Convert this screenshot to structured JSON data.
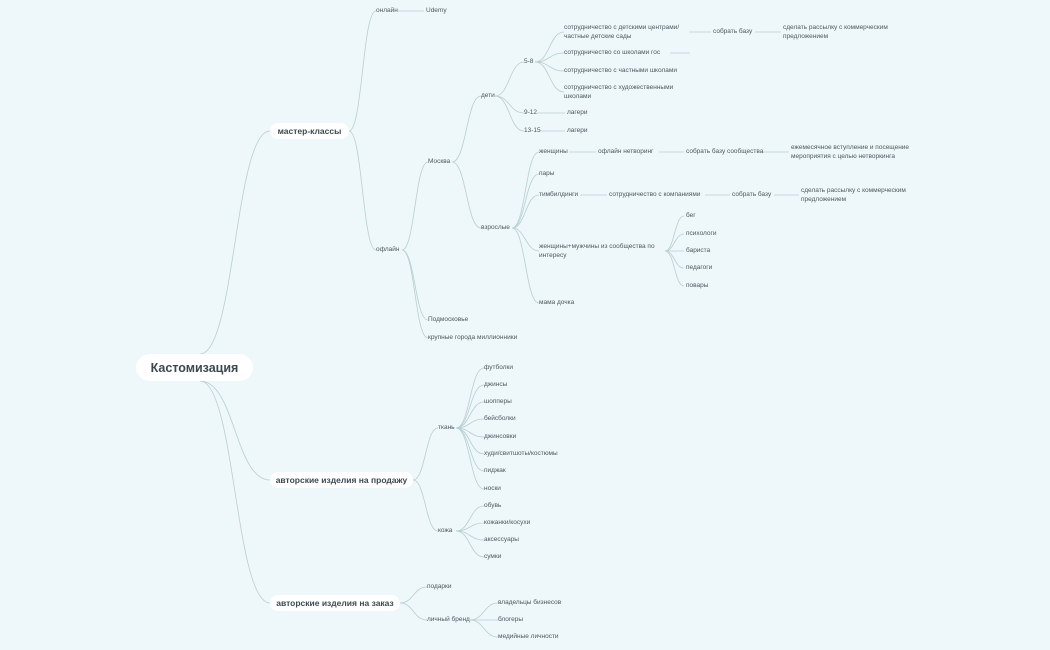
{
  "root": "Кастомизация",
  "branches": {
    "masterclasses": {
      "label": "мастер-классы",
      "online": {
        "label": "онлайн",
        "udemy": "Udemy"
      },
      "offline": {
        "label": "офлайн",
        "moscow": {
          "label": "Москва",
          "kids": {
            "label": "дети",
            "age_5_8": {
              "label": "5-8",
              "item1": "сотрудничество с детскими центрами/ частные детские сады",
              "item1_collect": "собрать базу",
              "item1_mailing": "сделать рассылку с коммерческим предложением",
              "item2": "сотрудничество со школами гос",
              "item3": "сотрудничество с частными школами",
              "item4": "сотрудничество с художественными школами"
            },
            "age_9_12": {
              "label": "9-12",
              "camps": "лагери"
            },
            "age_13_15": {
              "label": "13-15",
              "camps": "лагери"
            }
          },
          "adults": {
            "label": "взрослые",
            "women": "женщины",
            "women_networking": "офлайн нетворинг",
            "women_collect": "собрать базу сообщества",
            "women_monthly": "ежемесячное вступление и посещение мероприятия с целью нетворкинга",
            "couples": "пары",
            "teambuilding": "тимбилдинги",
            "tb_companies": "сотрудничество с компаниями",
            "tb_collect": "собрать базу",
            "tb_mailing": "сделать рассылку с коммерческим предложением",
            "community": "женщины+мужчины из сообщества по интересу",
            "interests": [
              "бег",
              "психологи",
              "бариста",
              "педагоги",
              "повары"
            ],
            "mom_daughter": "мама дочка"
          }
        },
        "moscow_region": "Подмосковье",
        "big_cities": "крупные города миллионники"
      }
    },
    "for_sale": {
      "label": "авторские изделия на продажу",
      "fabric": {
        "label": "ткань",
        "items": [
          "футболки",
          "джинсы",
          "шопперы",
          "бейсболки",
          "джинсовки",
          "худи/свитшоты/костюмы",
          "пиджак",
          "носки"
        ]
      },
      "leather": {
        "label": "кожа",
        "items": [
          "обувь",
          "кожанки/косухи",
          "аксессуары",
          "сумки"
        ]
      }
    },
    "custom": {
      "label": "авторские изделия на заказ",
      "gifts": "подарки",
      "personal_brand": {
        "label": "личный бренд",
        "items": [
          "владельцы бизнесов",
          "блогеры",
          "медийные личности"
        ]
      }
    }
  },
  "colors": {
    "background": "#eef7f9",
    "line": "#b7cfd3",
    "text": "#4a5a5e",
    "pill": "#ffffff"
  }
}
